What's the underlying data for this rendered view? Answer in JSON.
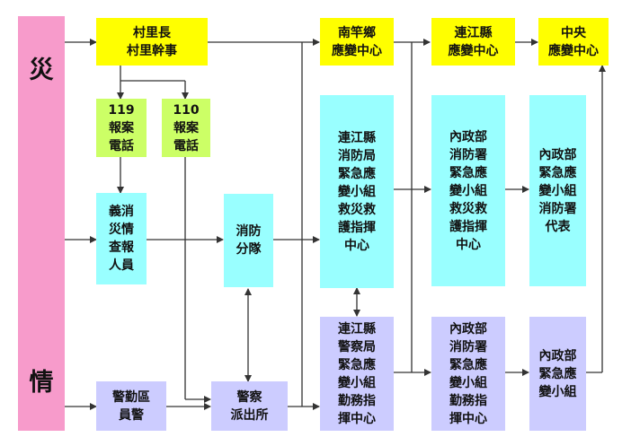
{
  "colors": {
    "side": "#f79bcb",
    "yellow": "#ffff00",
    "green": "#ccff66",
    "cyan": "#99ffff",
    "lavender": "#ccccff",
    "line": "#333333"
  },
  "side": {
    "top": "災",
    "bottom": "情"
  },
  "boxes": {
    "village": "村里長\n村里幹事",
    "tel119": "119\n報案\n電話",
    "tel110": "110\n報案\n電話",
    "volunteer": "義消\n災情\n查報\n人員",
    "firestation": "消防\n分隊",
    "police_officer": "警勤區\n員警",
    "police_station": "警察\n派出所",
    "nangan": "南竿鄉\n應變中心",
    "lienchiang_eoc": "連江縣\n應變中心",
    "central": "中央\n應變中心",
    "fire_bureau": "連江縣\n消防局\n緊急應\n變小組\n救災救\n護指揮\n中心",
    "nfa": "內政部\n消防署\n緊急應\n變小組\n救災救\n護指揮\n中心",
    "moi_rep": "內政部\n緊急應\n變小組\n消防署\n代表",
    "police_bureau": "連江縣\n警察局\n緊急應\n變小組\n勤務指\n揮中心",
    "npa": "內政部\n消防署\n緊急應\n變小組\n勤務指\n揮中心",
    "moi_team": "內政部\n緊急應\n變小組"
  }
}
